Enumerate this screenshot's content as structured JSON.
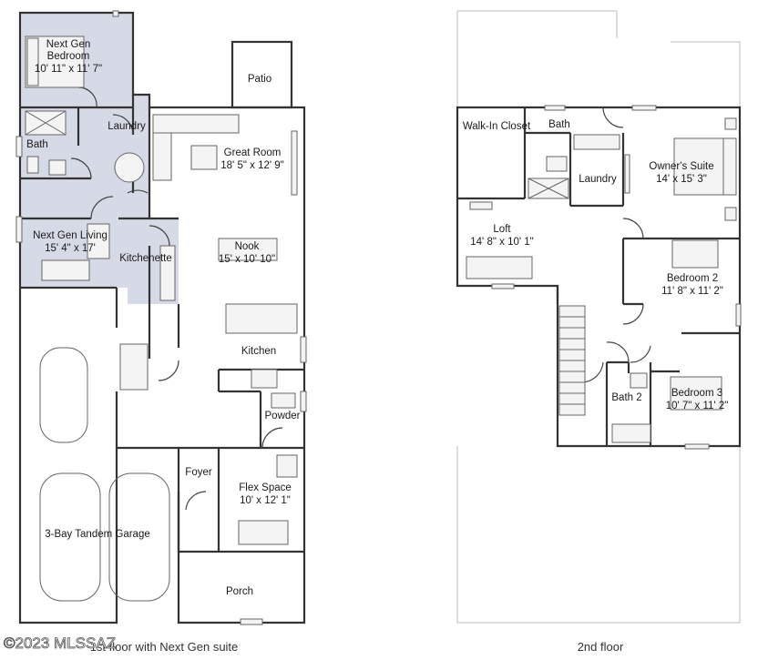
{
  "floors": {
    "first": {
      "caption": "1st floor with Next Gen suite",
      "rooms": {
        "next_gen_bedroom": {
          "name": "Next Gen\nBedroom",
          "dims": "10' 11\" x 11' 7\""
        },
        "laundry": {
          "name": "Laundry"
        },
        "bath": {
          "name": "Bath"
        },
        "next_gen_living": {
          "name": "Next Gen Living",
          "dims": "15' 4\" x 17'"
        },
        "kitchenette": {
          "name": "Kitchenette"
        },
        "patio": {
          "name": "Patio"
        },
        "great_room": {
          "name": "Great Room",
          "dims": "18' 5\" x 12' 9\""
        },
        "nook": {
          "name": "Nook",
          "dims": "15' x 10' 10\""
        },
        "kitchen": {
          "name": "Kitchen"
        },
        "powder": {
          "name": "Powder"
        },
        "foyer": {
          "name": "Foyer"
        },
        "flex_space": {
          "name": "Flex Space",
          "dims": "10' x 12' 1\""
        },
        "garage": {
          "name": "3-Bay Tandem Garage"
        },
        "porch": {
          "name": "Porch"
        }
      }
    },
    "second": {
      "caption": "2nd floor",
      "rooms": {
        "walk_in_closet": {
          "name": "Walk-In Closet"
        },
        "bath": {
          "name": "Bath"
        },
        "laundry": {
          "name": "Laundry"
        },
        "owners_suite": {
          "name": "Owner's Suite",
          "dims": "14' x 15' 3\""
        },
        "loft": {
          "name": "Loft",
          "dims": "14' 8\" x 10' 1\""
        },
        "bedroom_2": {
          "name": "Bedroom 2",
          "dims": "11' 8\" x 11' 2\""
        },
        "bath_2": {
          "name": "Bath 2"
        },
        "bedroom_3": {
          "name": "Bedroom 3",
          "dims": "10' 7\" x 11' 2\""
        }
      }
    }
  },
  "watermark": "©2023 MLSSAZ",
  "colors": {
    "next_gen_suite_fill": "#d6d9e6",
    "wall": "#333333",
    "ghost_outline": "#c9c9c9"
  }
}
